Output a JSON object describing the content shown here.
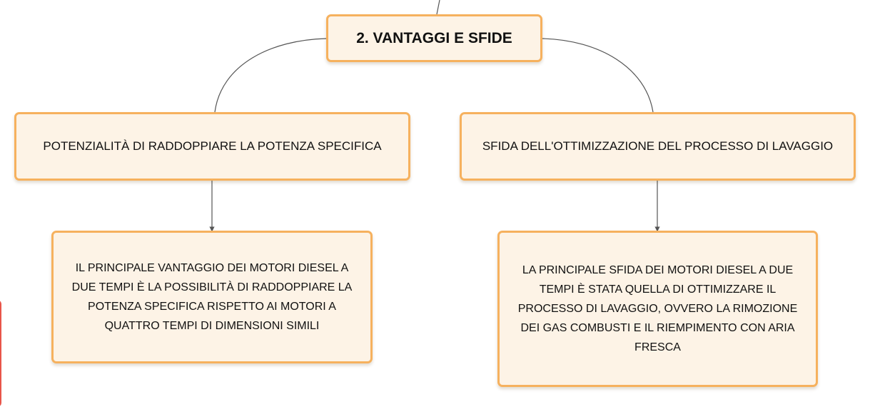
{
  "root": {
    "label": "2. VANTAGGI E SFIDE"
  },
  "branches": [
    {
      "label": "POTENZIALITÀ DI RADDOPPIARE LA POTENZA SPECIFICA",
      "detail": "IL PRINCIPALE VANTAGGIO DEI MOTORI DIESEL A DUE TEMPI È LA POSSIBILITÀ DI RADDOPPIARE LA POTENZA SPECIFICA RISPETTO AI MOTORI A QUATTRO TEMPI DI DIMENSIONI SIMILI"
    },
    {
      "label": "SFIDA DELL'OTTIMIZZAZIONE DEL PROCESSO DI LAVAGGIO",
      "detail": "LA PRINCIPALE SFIDA DEI MOTORI DIESEL A DUE TEMPI È STATA QUELLA DI OTTIMIZZARE IL PROCESSO DI LAVAGGIO, OVVERO LA RIMOZIONE DEI GAS COMBUSTI E IL RIEMPIMENTO CON ARIA FRESCA"
    }
  ],
  "colors": {
    "node_fill": "#fdf3e6",
    "node_border": "#f6b15e",
    "connector": "#555555",
    "side_marker": "#e8554a"
  }
}
